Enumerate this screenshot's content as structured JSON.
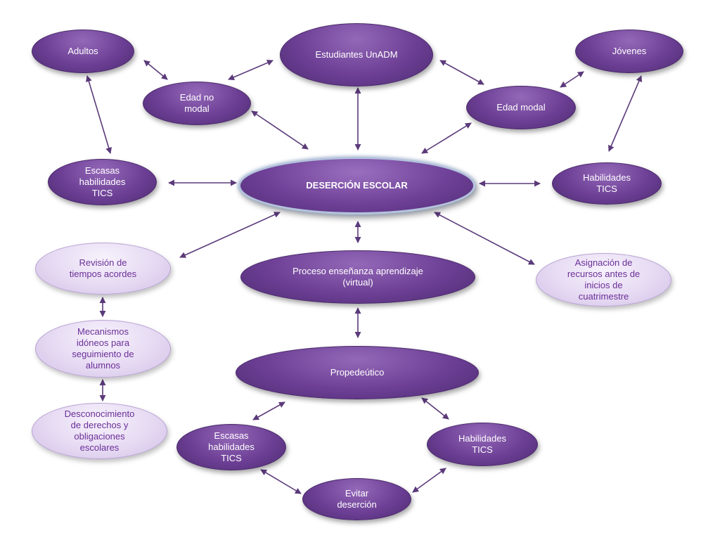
{
  "nodes": {
    "adultos": "Adultos",
    "estudiantes": "Estudiantes UnADM",
    "jovenes": "Jóvenes",
    "edad_no_modal": "Edad no\nmodal",
    "edad_modal": "Edad  modal",
    "escasas_top": "Escasas\nhabilidades\nTICS",
    "desercion": "DESERCIÓN ESCOLAR",
    "habilidades_top": "Habilidades\nTICS",
    "revision": "Revisión de\ntiempos acordes",
    "proceso": "Proceso enseñanza aprendizaje\n(virtual)",
    "asignacion": "Asignación de\nrecursos antes de\ninicios de\ncuatrimestre",
    "mecanismos": "Mecanismos\nidóneos para\nseguimiento de\nalumnos",
    "propedeutico": "Propedeútico",
    "desconocimiento": "Desconocimiento\nde derechos y\nobligaciones\nescolares",
    "escasas_bottom": "Escasas\nhabilidades\nTICS",
    "habilidades_bottom": "Habilidades\nTICS",
    "evitar": "Evitar\ndeserción"
  },
  "colors": {
    "dark_node": "#6c3f95",
    "light_node": "#e6daf3",
    "light_text": "#6a2f97",
    "arrow": "#5b3a7a"
  }
}
